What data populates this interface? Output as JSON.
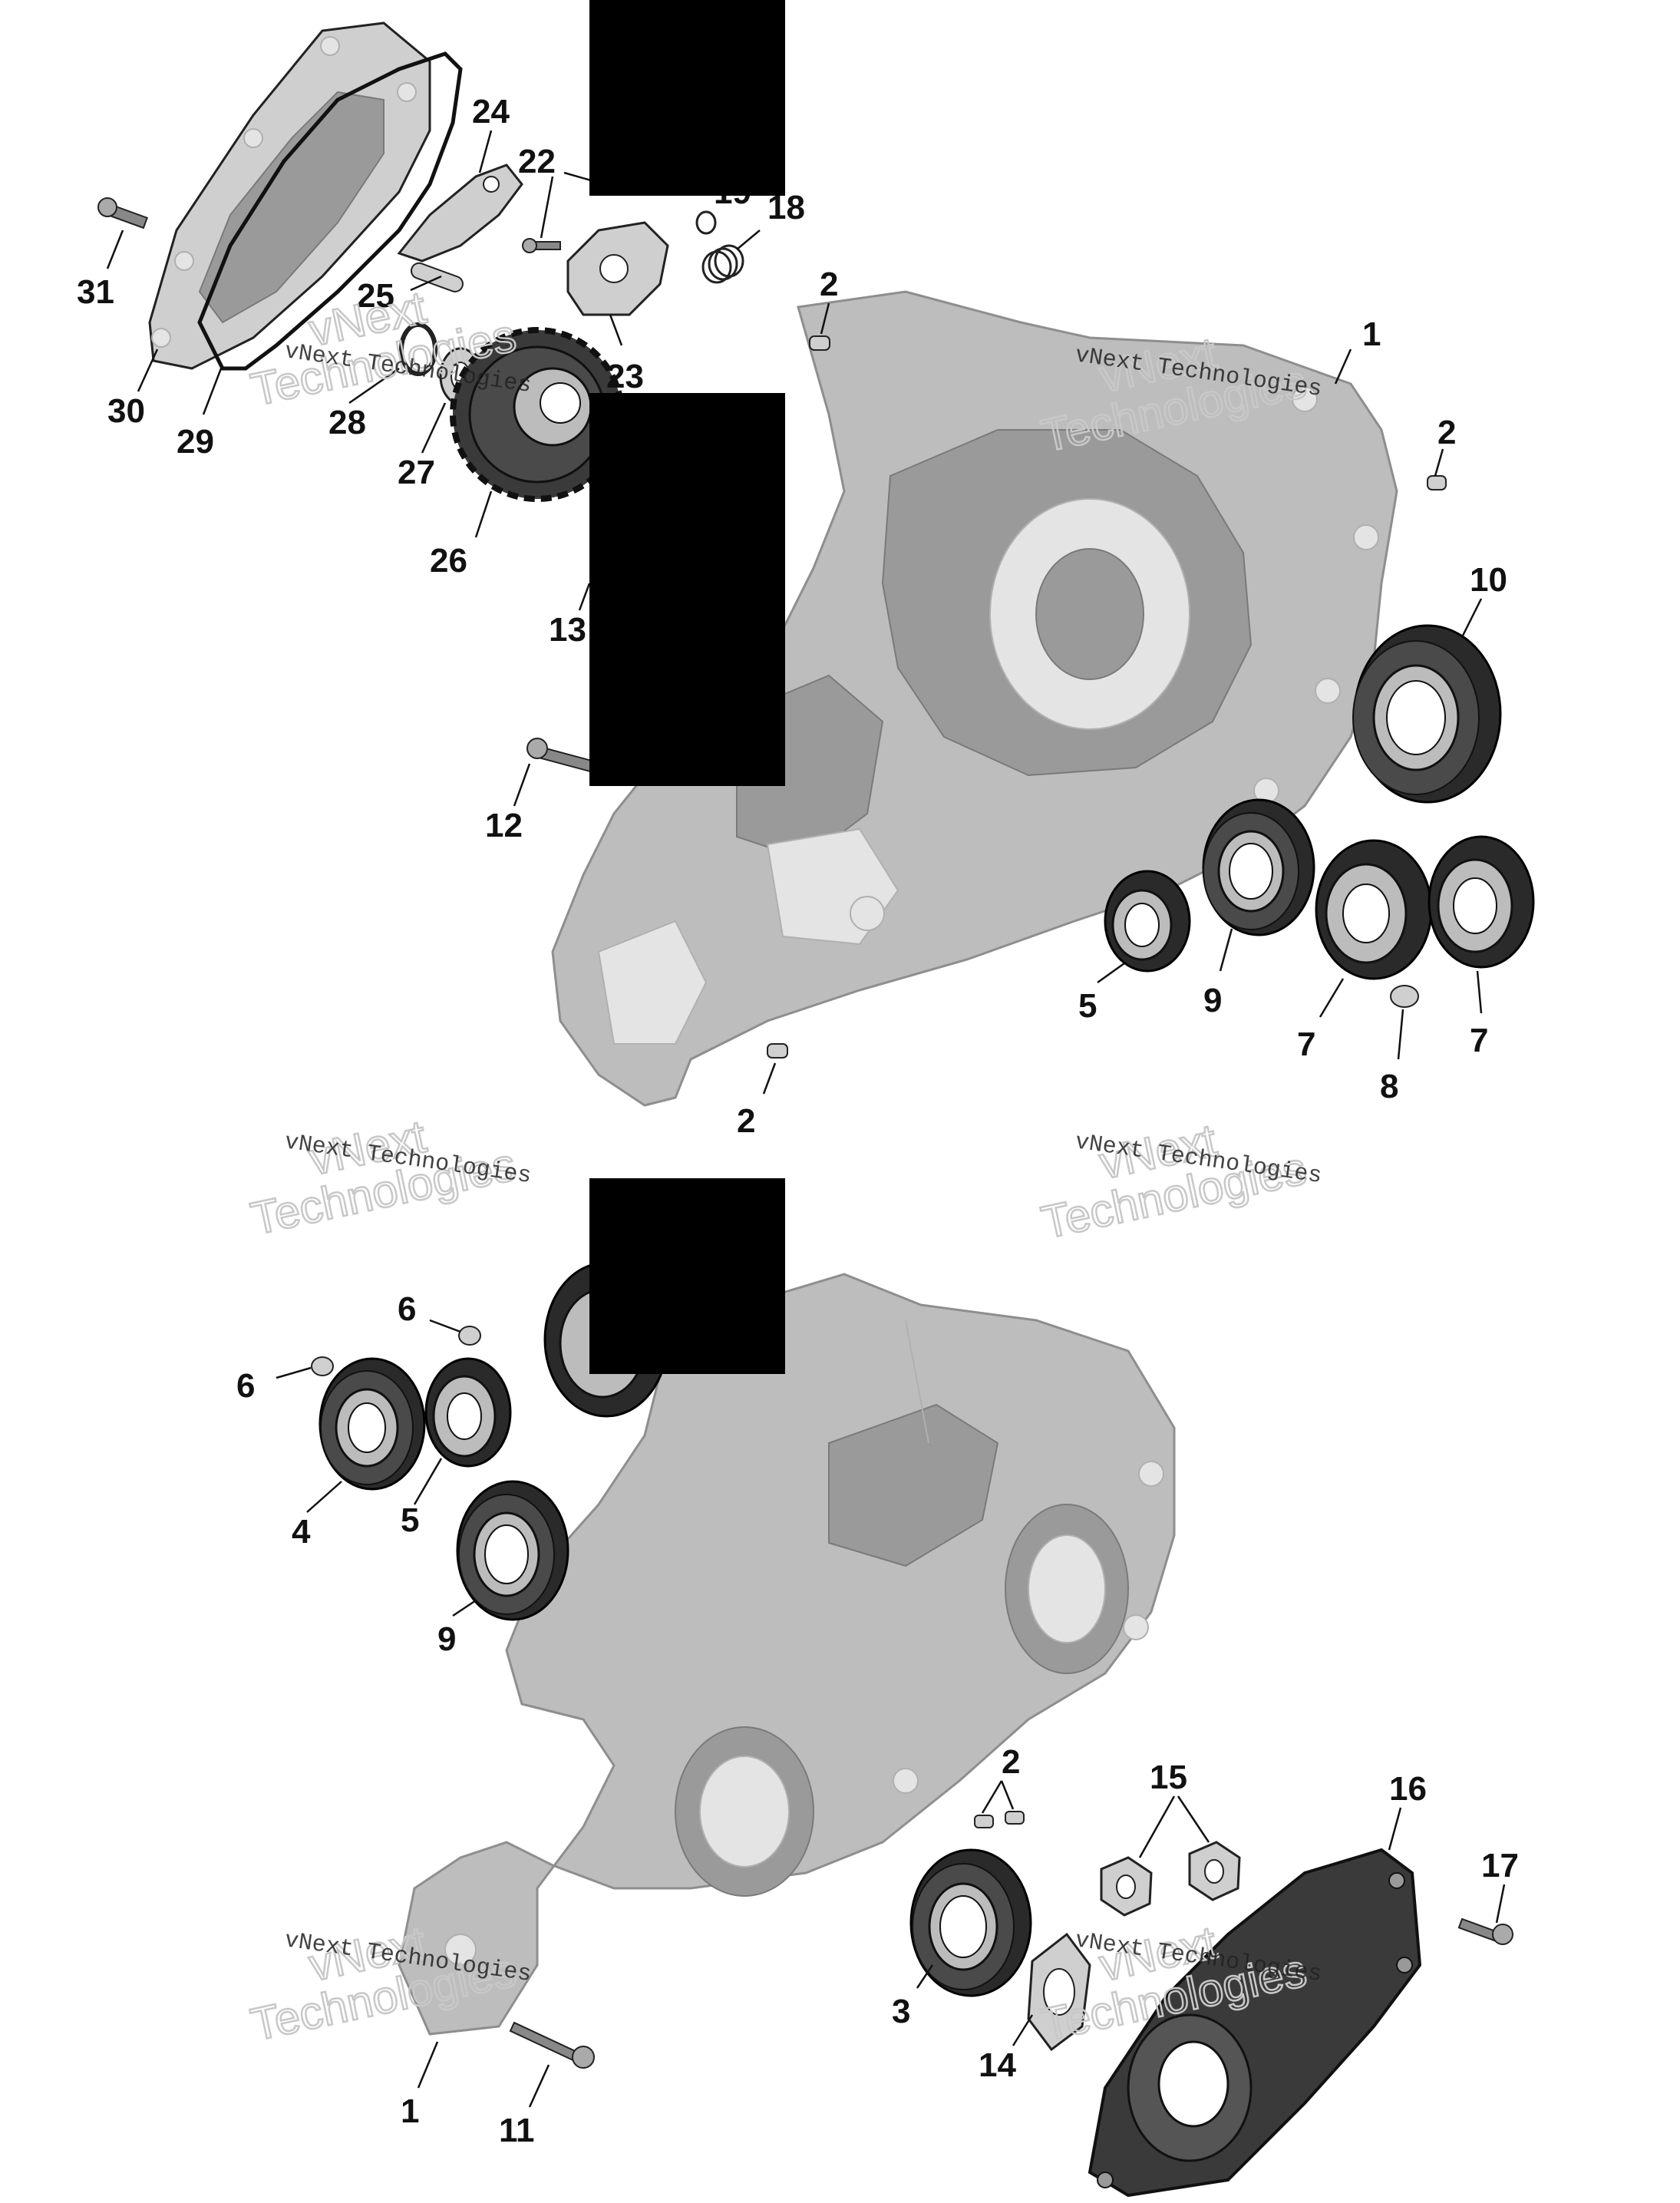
{
  "watermark": {
    "small_text": "vNext Technologies",
    "big_line1": "vNext",
    "big_line2": "Technologies"
  },
  "callouts": {
    "c1a": "1",
    "c1b": "1",
    "c2a": "2",
    "c2b": "2",
    "c2c": "2",
    "c2d": "2",
    "c3": "3",
    "c4": "4",
    "c5a": "5",
    "c5b": "5",
    "c6a": "6",
    "c6b": "6",
    "c7a": "7",
    "c7b": "7",
    "c8": "8",
    "c9a": "9",
    "c9b": "9",
    "c10": "10",
    "c11": "11",
    "c12": "12",
    "c13": "13",
    "c14": "14",
    "c15": "15",
    "c16": "16",
    "c17": "17",
    "c18": "18",
    "c19": "19",
    "c22": "22",
    "c23": "23",
    "c24": "24",
    "c25": "25",
    "c26": "26",
    "c27": "27",
    "c28": "28",
    "c29": "29",
    "c30": "30",
    "c31": "31"
  },
  "colors": {
    "background": "#ffffff",
    "callout_text": "#111111",
    "case_gray": "#bdbdbd",
    "bearing_dark": "#2a2a2a",
    "redaction": "#000000"
  }
}
